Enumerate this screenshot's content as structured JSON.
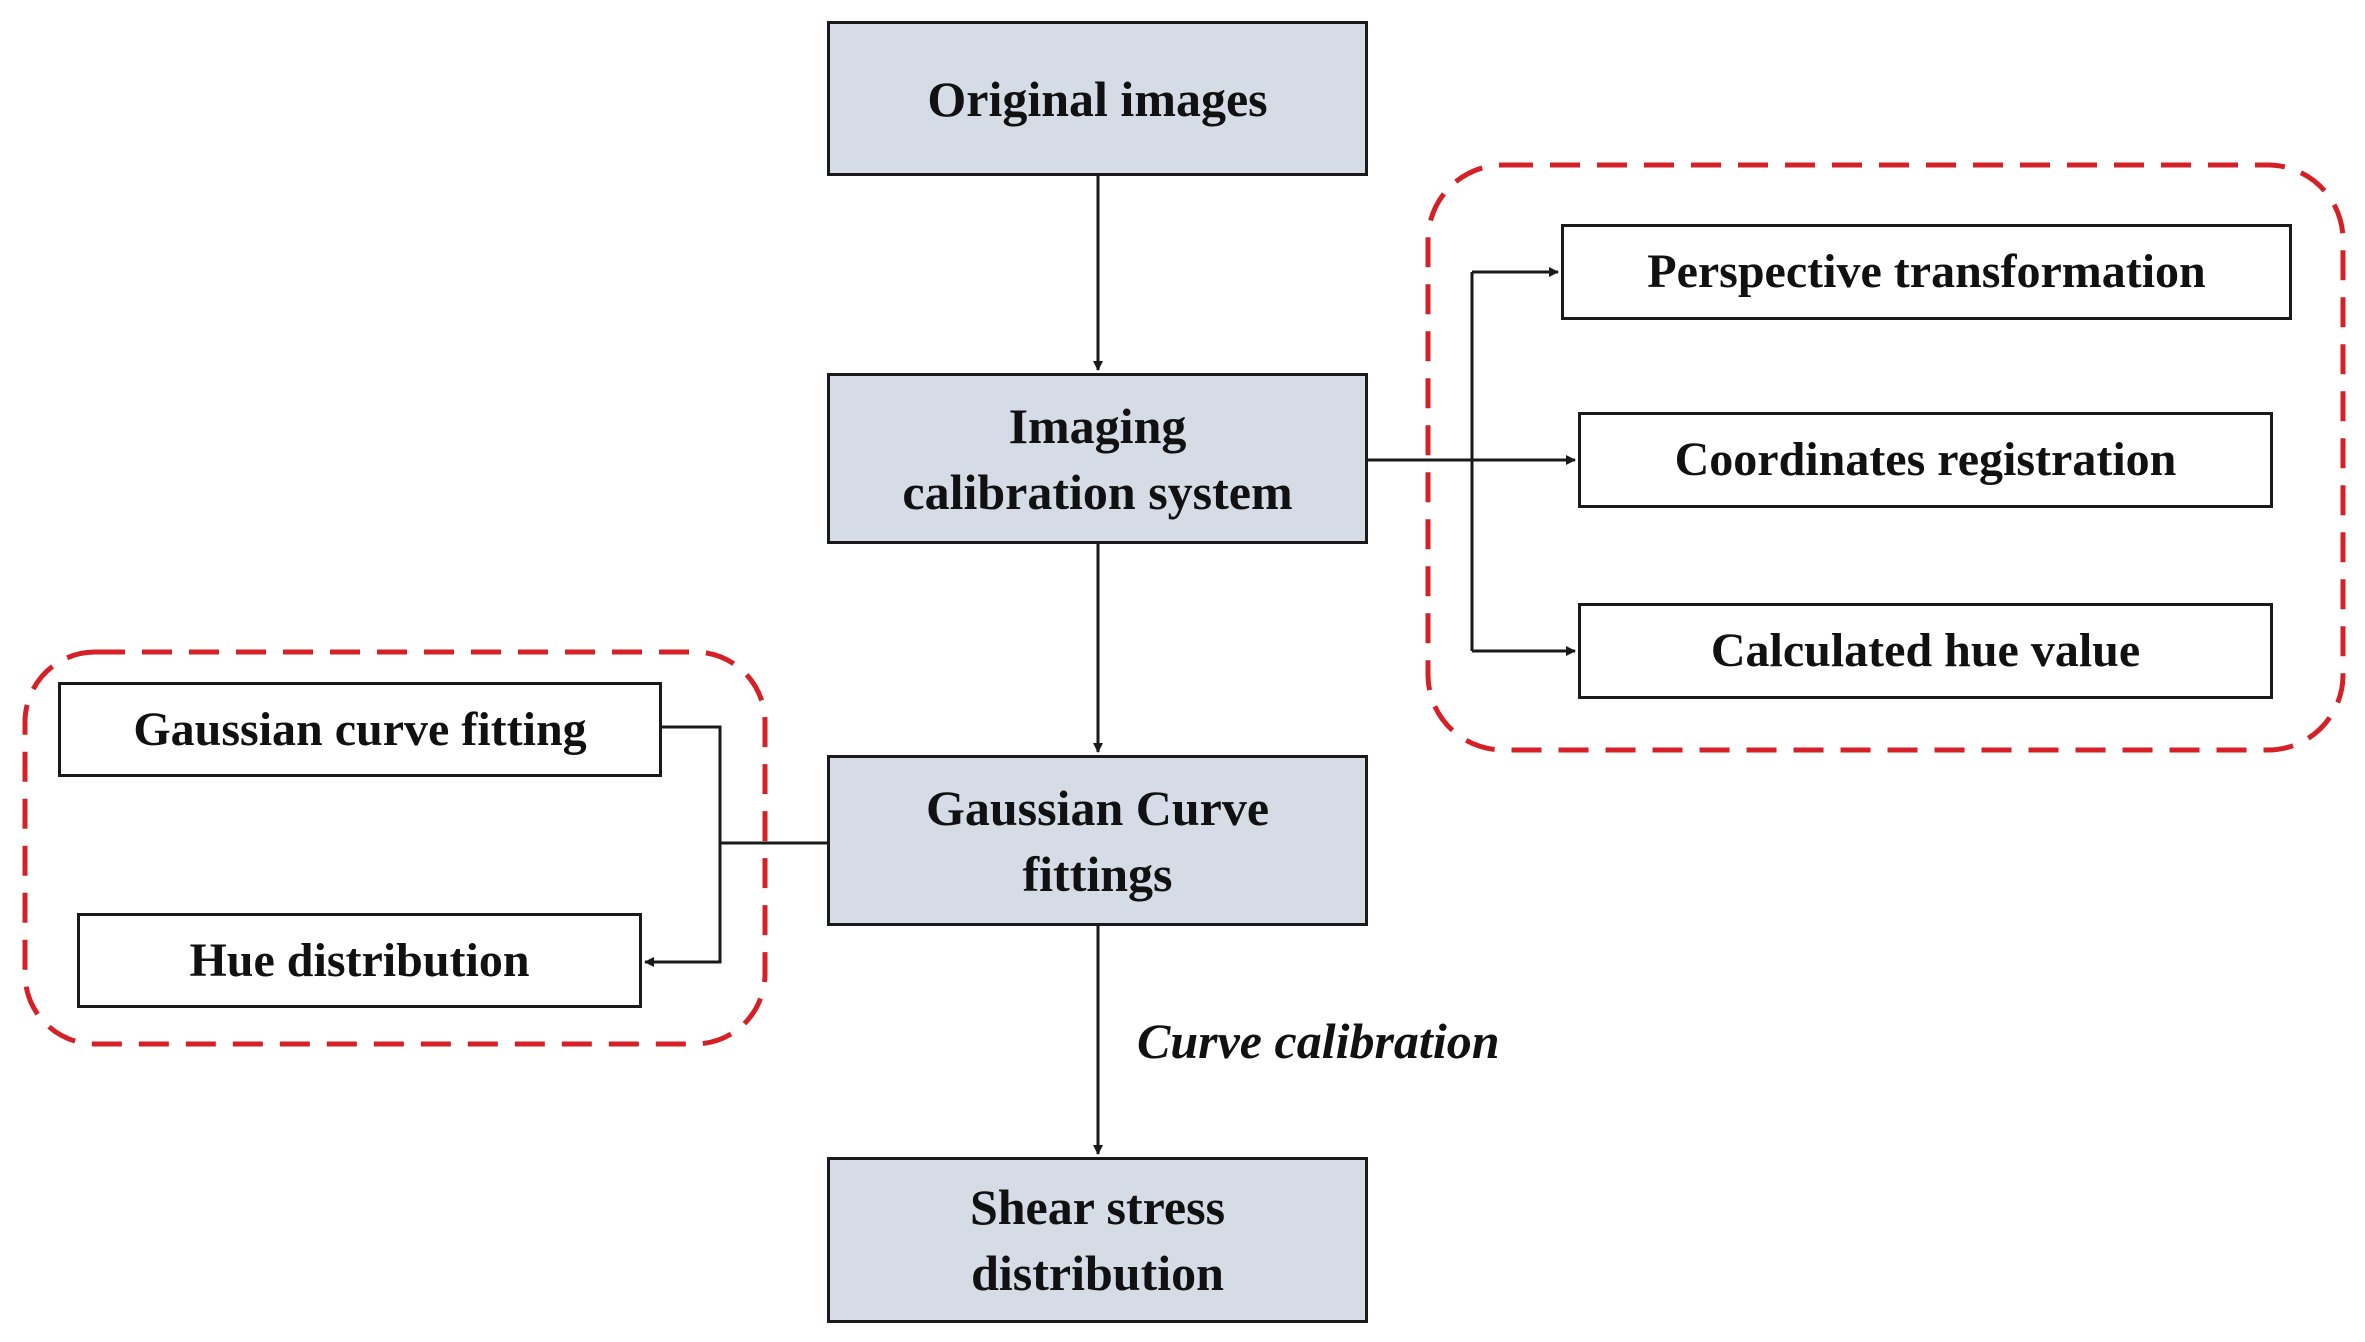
{
  "colors": {
    "main_fill": "#d6dce6",
    "side_fill": "#ffffff",
    "border": "#1a1a1a",
    "group_outline": "#d42026"
  },
  "nodes": {
    "original_images": "Original images",
    "imaging_calibration": "Imaging\ncalibration system",
    "gaussian_curve_fittings": "Gaussian Curve\nfittings",
    "shear_stress": "Shear stress\ndistribution",
    "perspective": "Perspective transformation",
    "coordinates": "Coordinates registration",
    "hue_value": "Calculated hue value",
    "gaussian_fit": "Gaussian curve fitting",
    "hue_distribution": "Hue distribution"
  },
  "edge_labels": {
    "curve_calibration": "Curve calibration"
  }
}
